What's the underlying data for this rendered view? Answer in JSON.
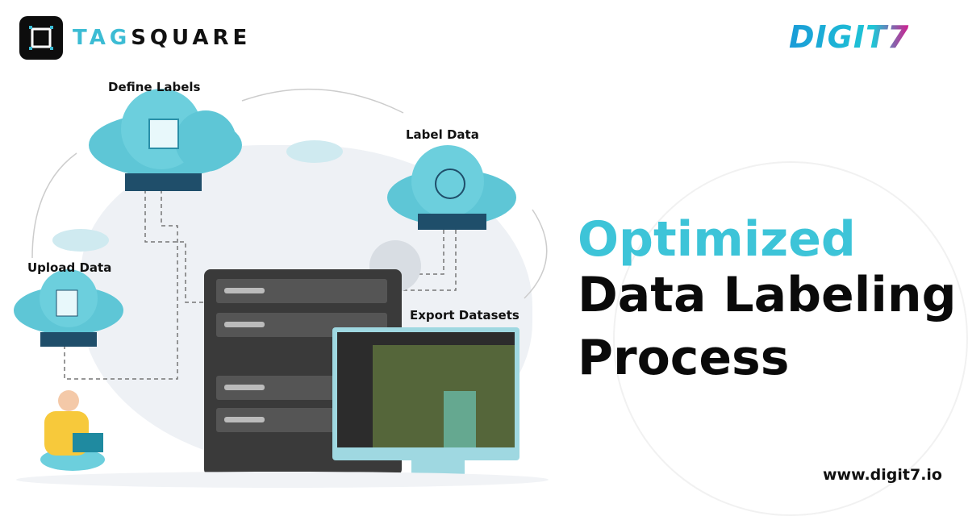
{
  "brand": {
    "name_part1": "TAG",
    "name_part2": "SQUARE",
    "partner": "DIGIT7"
  },
  "steps": [
    "Define Labels",
    "Label Data",
    "Upload Data",
    "Export Datasets"
  ],
  "headline": {
    "line1": "Optimized",
    "line2": "Data Labeling",
    "line3": "Process"
  },
  "website": "www.digit7.io",
  "colors": {
    "accent": "#3dc4d8",
    "text": "#0a0a0a",
    "cloud": "#5ec6d6",
    "server": "#3a3a3a"
  }
}
